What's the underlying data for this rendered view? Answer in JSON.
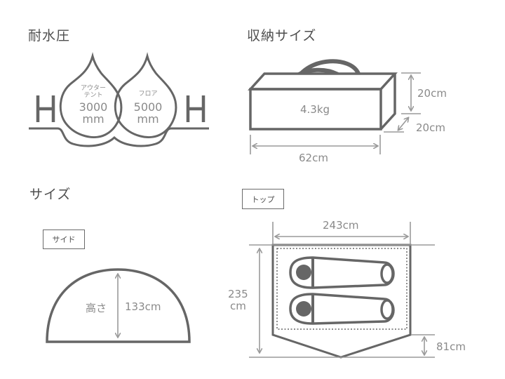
{
  "sections": {
    "water_resistance": {
      "title": "耐水圧",
      "outer_tent_label": "アウター\nテント",
      "outer_tent_label_line1": "アウター",
      "outer_tent_label_line2": "テント",
      "outer_tent_value": "3000",
      "outer_tent_unit": "mm",
      "floor_label": "フロア",
      "floor_value": "5000",
      "floor_unit": "mm",
      "h_left": "H",
      "h_right": "H"
    },
    "storage_size": {
      "title": "収納サイズ",
      "weight": "4.3kg",
      "height": "20cm",
      "depth": "20cm",
      "width": "62cm"
    },
    "size": {
      "title": "サイズ",
      "side_tag": "サイド",
      "height_label": "高さ",
      "height_value": "133cm",
      "top_tag": "トップ",
      "width_value": "243cm",
      "depth_value": "235",
      "depth_unit": "cm",
      "vestibule_value": "81cm"
    }
  },
  "colors": {
    "stroke": "#666666",
    "dimension": "#9a9a9a",
    "text": "#4e4e4e"
  }
}
